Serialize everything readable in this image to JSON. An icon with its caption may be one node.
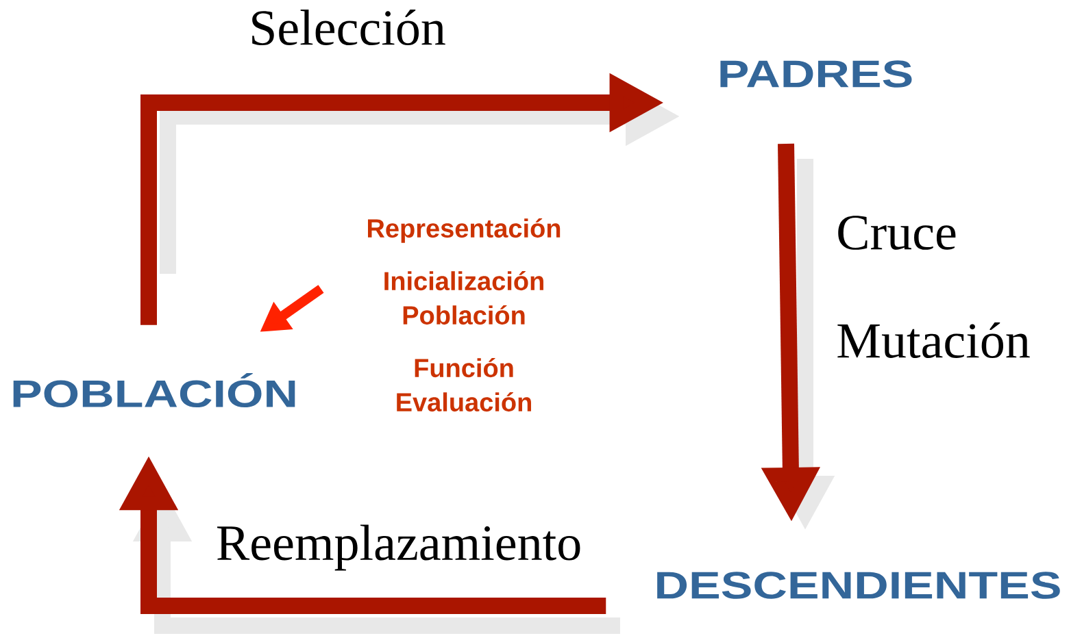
{
  "diagram": {
    "nodes": [
      {
        "text": [
          "POBLACIÓN"
        ]
      },
      {
        "text": [
          "PADRES"
        ]
      },
      {
        "text": [
          "DESCENDIENTES"
        ]
      },
      {
        "text": [
          "Representación",
          "Inicialización Población",
          "Función Evaluación"
        ]
      }
    ],
    "edges": [
      {
        "from": 0,
        "to": 1,
        "arrow": "to",
        "label": "Selección"
      },
      {
        "from": 1,
        "to": 2,
        "arrow": "to"
      },
      {
        "from": 2,
        "to": 0,
        "arrow": "to",
        "label": "Reemplazamiento"
      },
      {
        "from": 3,
        "to": 0,
        "arrow": "to",
        "color": "#ff2200"
      }
    ],
    "labels": [
      "Cruce",
      "Mutación"
    ]
  }
}
